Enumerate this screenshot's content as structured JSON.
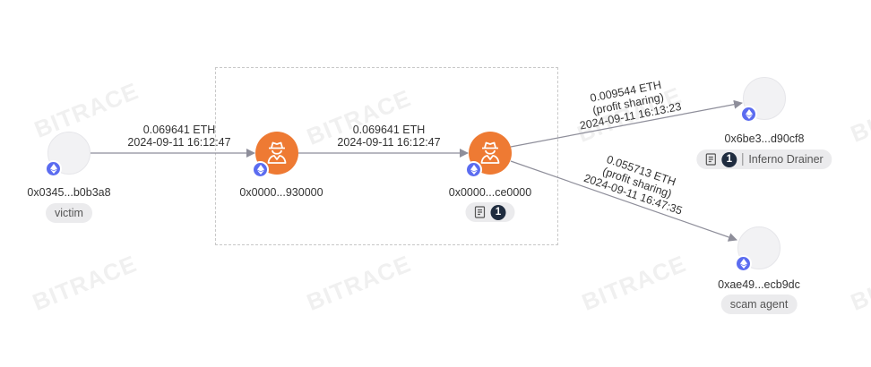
{
  "watermark": "BITRACE",
  "colors": {
    "suspect_node": "#ee7a33",
    "plain_node": "#f2f2f4",
    "chain_badge": "#5b6cf0",
    "edge": "#8e8e9a",
    "group_border": "#c8c8c8"
  },
  "nodes": [
    {
      "id": "victim",
      "address": "0x0345...b0b3a8",
      "type": "plain",
      "tag": "victim",
      "chain_icon": "ethereum-icon"
    },
    {
      "id": "mid1",
      "address": "0x0000...930000",
      "type": "suspect",
      "icon": "spy-icon",
      "chain_icon": "ethereum-icon"
    },
    {
      "id": "mid2",
      "address": "0x0000...ce0000",
      "type": "suspect",
      "icon": "spy-icon",
      "chain_icon": "ethereum-icon",
      "report_count": "1"
    },
    {
      "id": "drainer",
      "address": "0x6be3...d90cf8",
      "type": "plain",
      "chain_icon": "ethereum-icon",
      "report_count": "1",
      "tag": "Inferno Drainer"
    },
    {
      "id": "agent",
      "address": "0xae49...ecb9dc",
      "type": "plain",
      "chain_icon": "ethereum-icon",
      "tag": "scam agent"
    }
  ],
  "edges": [
    {
      "from": "victim",
      "to": "mid1",
      "amount": "0.069641 ETH",
      "time": "2024-09-11 16:12:47"
    },
    {
      "from": "mid1",
      "to": "mid2",
      "amount": "0.069641 ETH",
      "time": "2024-09-11 16:12:47"
    },
    {
      "from": "mid2",
      "to": "drainer",
      "amount": "0.009544 ETH",
      "note": "(profit sharing)",
      "time": "2024-09-11 16:13:23"
    },
    {
      "from": "mid2",
      "to": "agent",
      "amount": "0.055713 ETH",
      "note": "(profit sharing)",
      "time": "2024-09-11 16:47:35"
    }
  ]
}
